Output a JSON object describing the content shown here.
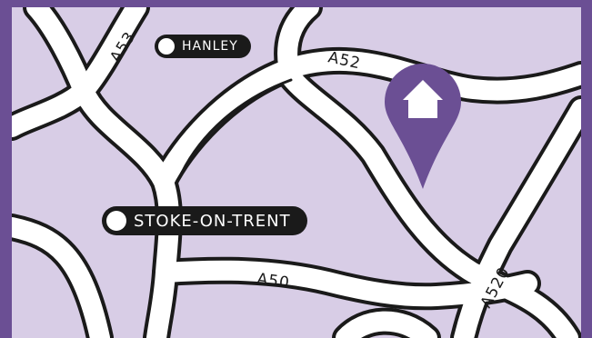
{
  "map": {
    "background_color": "#d8cde6",
    "frame_color": "#6b4f94",
    "road_fill_color": "#ffffff",
    "road_casing_color": "#1a1a1a",
    "pin_color": "#6b4f94",
    "pin_icon": "home-icon",
    "places": {
      "hanley": "HANLEY",
      "stoke": "STOKE-ON-TRENT"
    },
    "roads": {
      "a53": "A53",
      "a52": "A52",
      "a50": "A50",
      "a520": "A520"
    }
  }
}
